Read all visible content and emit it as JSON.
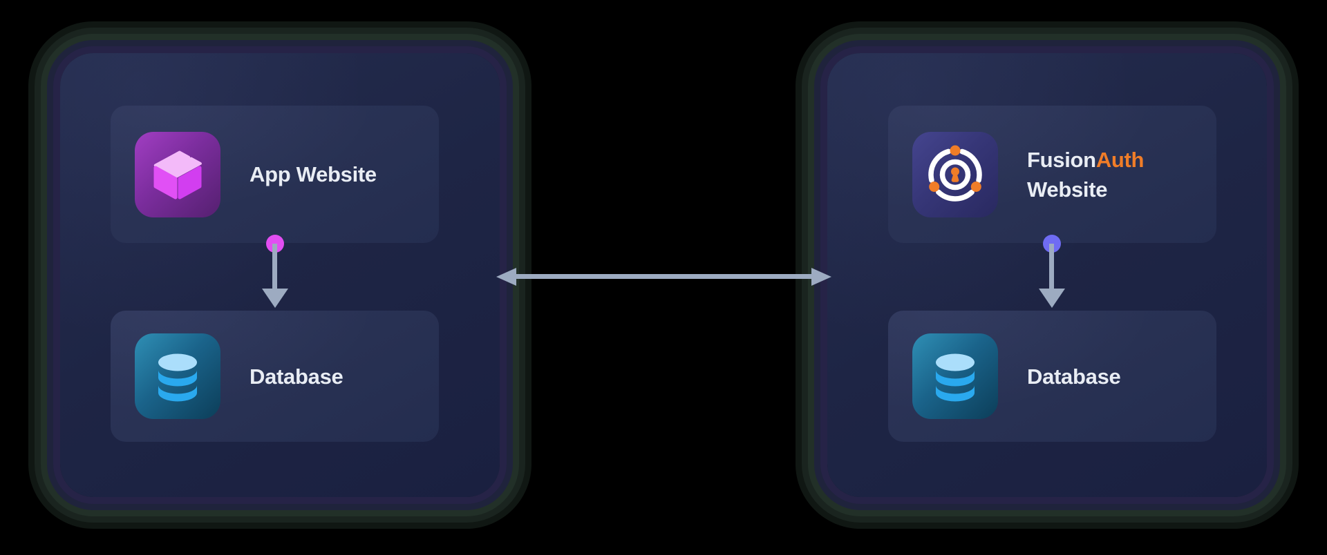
{
  "left_panel": {
    "app_card": {
      "label": "App Website",
      "icon": "package-box-icon",
      "icon_colors": {
        "bg_from": "#a13ec2",
        "bg_to": "#552070",
        "box_left": "#e150f5",
        "box_right": "#d23ef0",
        "lid_stripes": "#f3baf9"
      }
    },
    "db_card": {
      "label": "Database",
      "icon": "database-icon",
      "icon_colors": {
        "bg_from": "#2f8fb5",
        "bg_to": "#0c3e59",
        "disc_top": "#abdefb",
        "disc_body": "#2aa9ee"
      }
    },
    "connector": {
      "dot_color": "#e24ef2",
      "arrow_color": "#9dabc1",
      "direction": "down"
    }
  },
  "right_panel": {
    "fusionauth_card": {
      "brand_primary": "Fusion",
      "brand_accent": "Auth",
      "line2": "Website",
      "icon": "fusionauth-icon",
      "icon_colors": {
        "bg_from": "#45458f",
        "bg_to": "#292960",
        "glyph": "#ffffff",
        "accent": "#f07d28"
      }
    },
    "db_card": {
      "label": "Database",
      "icon": "database-icon",
      "icon_colors": {
        "bg_from": "#2f8fb5",
        "bg_to": "#0c3e59",
        "disc_top": "#abdefb",
        "disc_body": "#2aa9ee"
      }
    },
    "connector": {
      "dot_color": "#6f6cf3",
      "arrow_color": "#9dabc1",
      "direction": "down"
    }
  },
  "link": {
    "type": "bidirectional-arrow",
    "color": "#9dabc1"
  },
  "background_color": "#000000",
  "text_color": "#e9edf4"
}
